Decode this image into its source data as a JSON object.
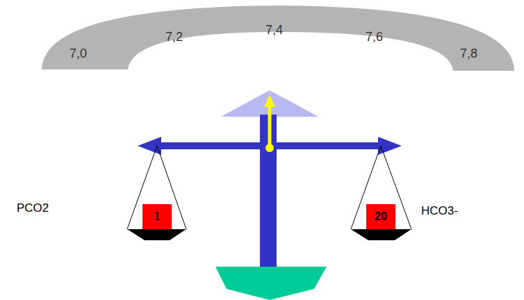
{
  "diagram": {
    "nodes": [
      {
        "text": [
          "7,0",
          "7,2",
          "7,4",
          "7,6",
          "7,8"
        ]
      },
      {
        "text": [
          "1"
        ]
      },
      {
        "text": [
          "20"
        ]
      }
    ],
    "labels": [
      "PCO2",
      "HCO3-"
    ]
  }
}
